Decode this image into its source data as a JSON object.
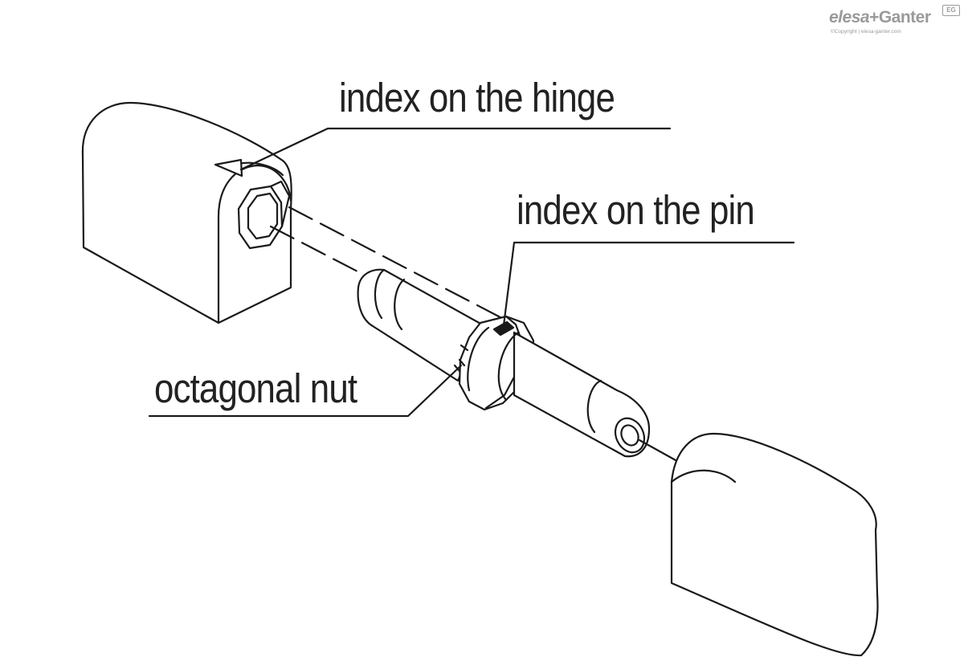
{
  "labels": {
    "hinge_index": "index on the hinge",
    "pin_index": "index on the pin",
    "octagonal_nut": "octagonal nut"
  },
  "logo": {
    "brand_left": "elesa",
    "plus": "+",
    "brand_right": "Ganter",
    "badge": "EG",
    "copyright": "©Copyright | elesa-ganter.com"
  },
  "colors": {
    "line": "#1a1a1a",
    "text": "#222222",
    "logo": "#9a9a9a",
    "background": "#ffffff"
  }
}
